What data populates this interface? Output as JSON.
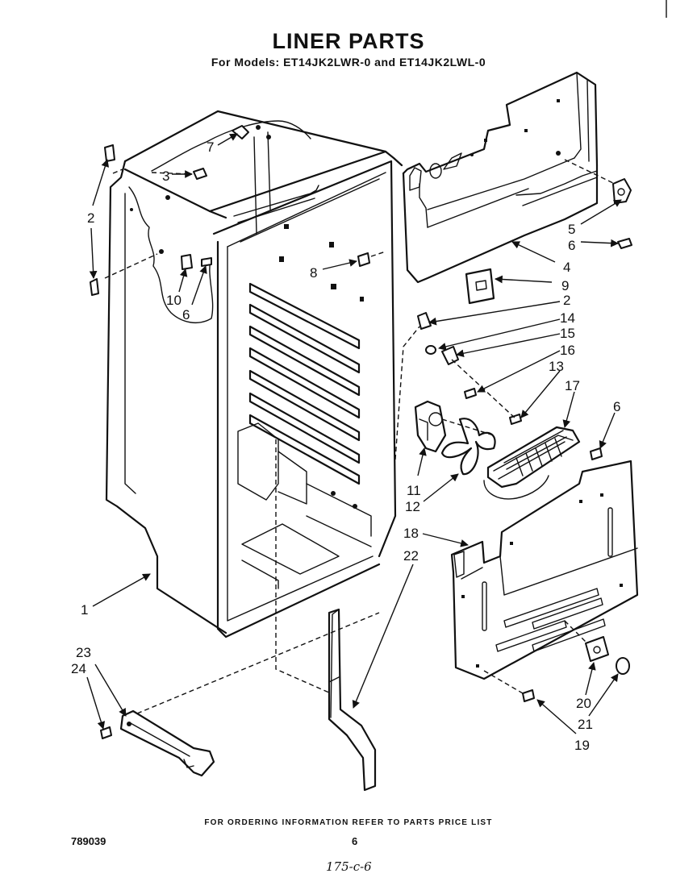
{
  "header": {
    "title": "LINER PARTS",
    "subtitle": "For Models: ET14JK2LWR-0 and ET14JK2LWL-0"
  },
  "footer": {
    "note": "FOR ORDERING INFORMATION REFER TO PARTS PRICE LIST",
    "doc_number": "789039",
    "page_number": "6",
    "handwritten": "175-c-6"
  },
  "callouts": {
    "c1": "1",
    "c2a": "2",
    "c2b": "2",
    "c3": "3",
    "c4": "4",
    "c5": "5",
    "c6a": "6",
    "c6b": "6",
    "c6c": "6",
    "c7": "7",
    "c8": "8",
    "c9": "9",
    "c10": "10",
    "c11": "11",
    "c12": "12",
    "c13": "13",
    "c14": "14",
    "c15": "15",
    "c16": "16",
    "c17": "17",
    "c18": "18",
    "c19": "19",
    "c20": "20",
    "c21": "21",
    "c22": "22",
    "c23": "23",
    "c24": "24"
  }
}
